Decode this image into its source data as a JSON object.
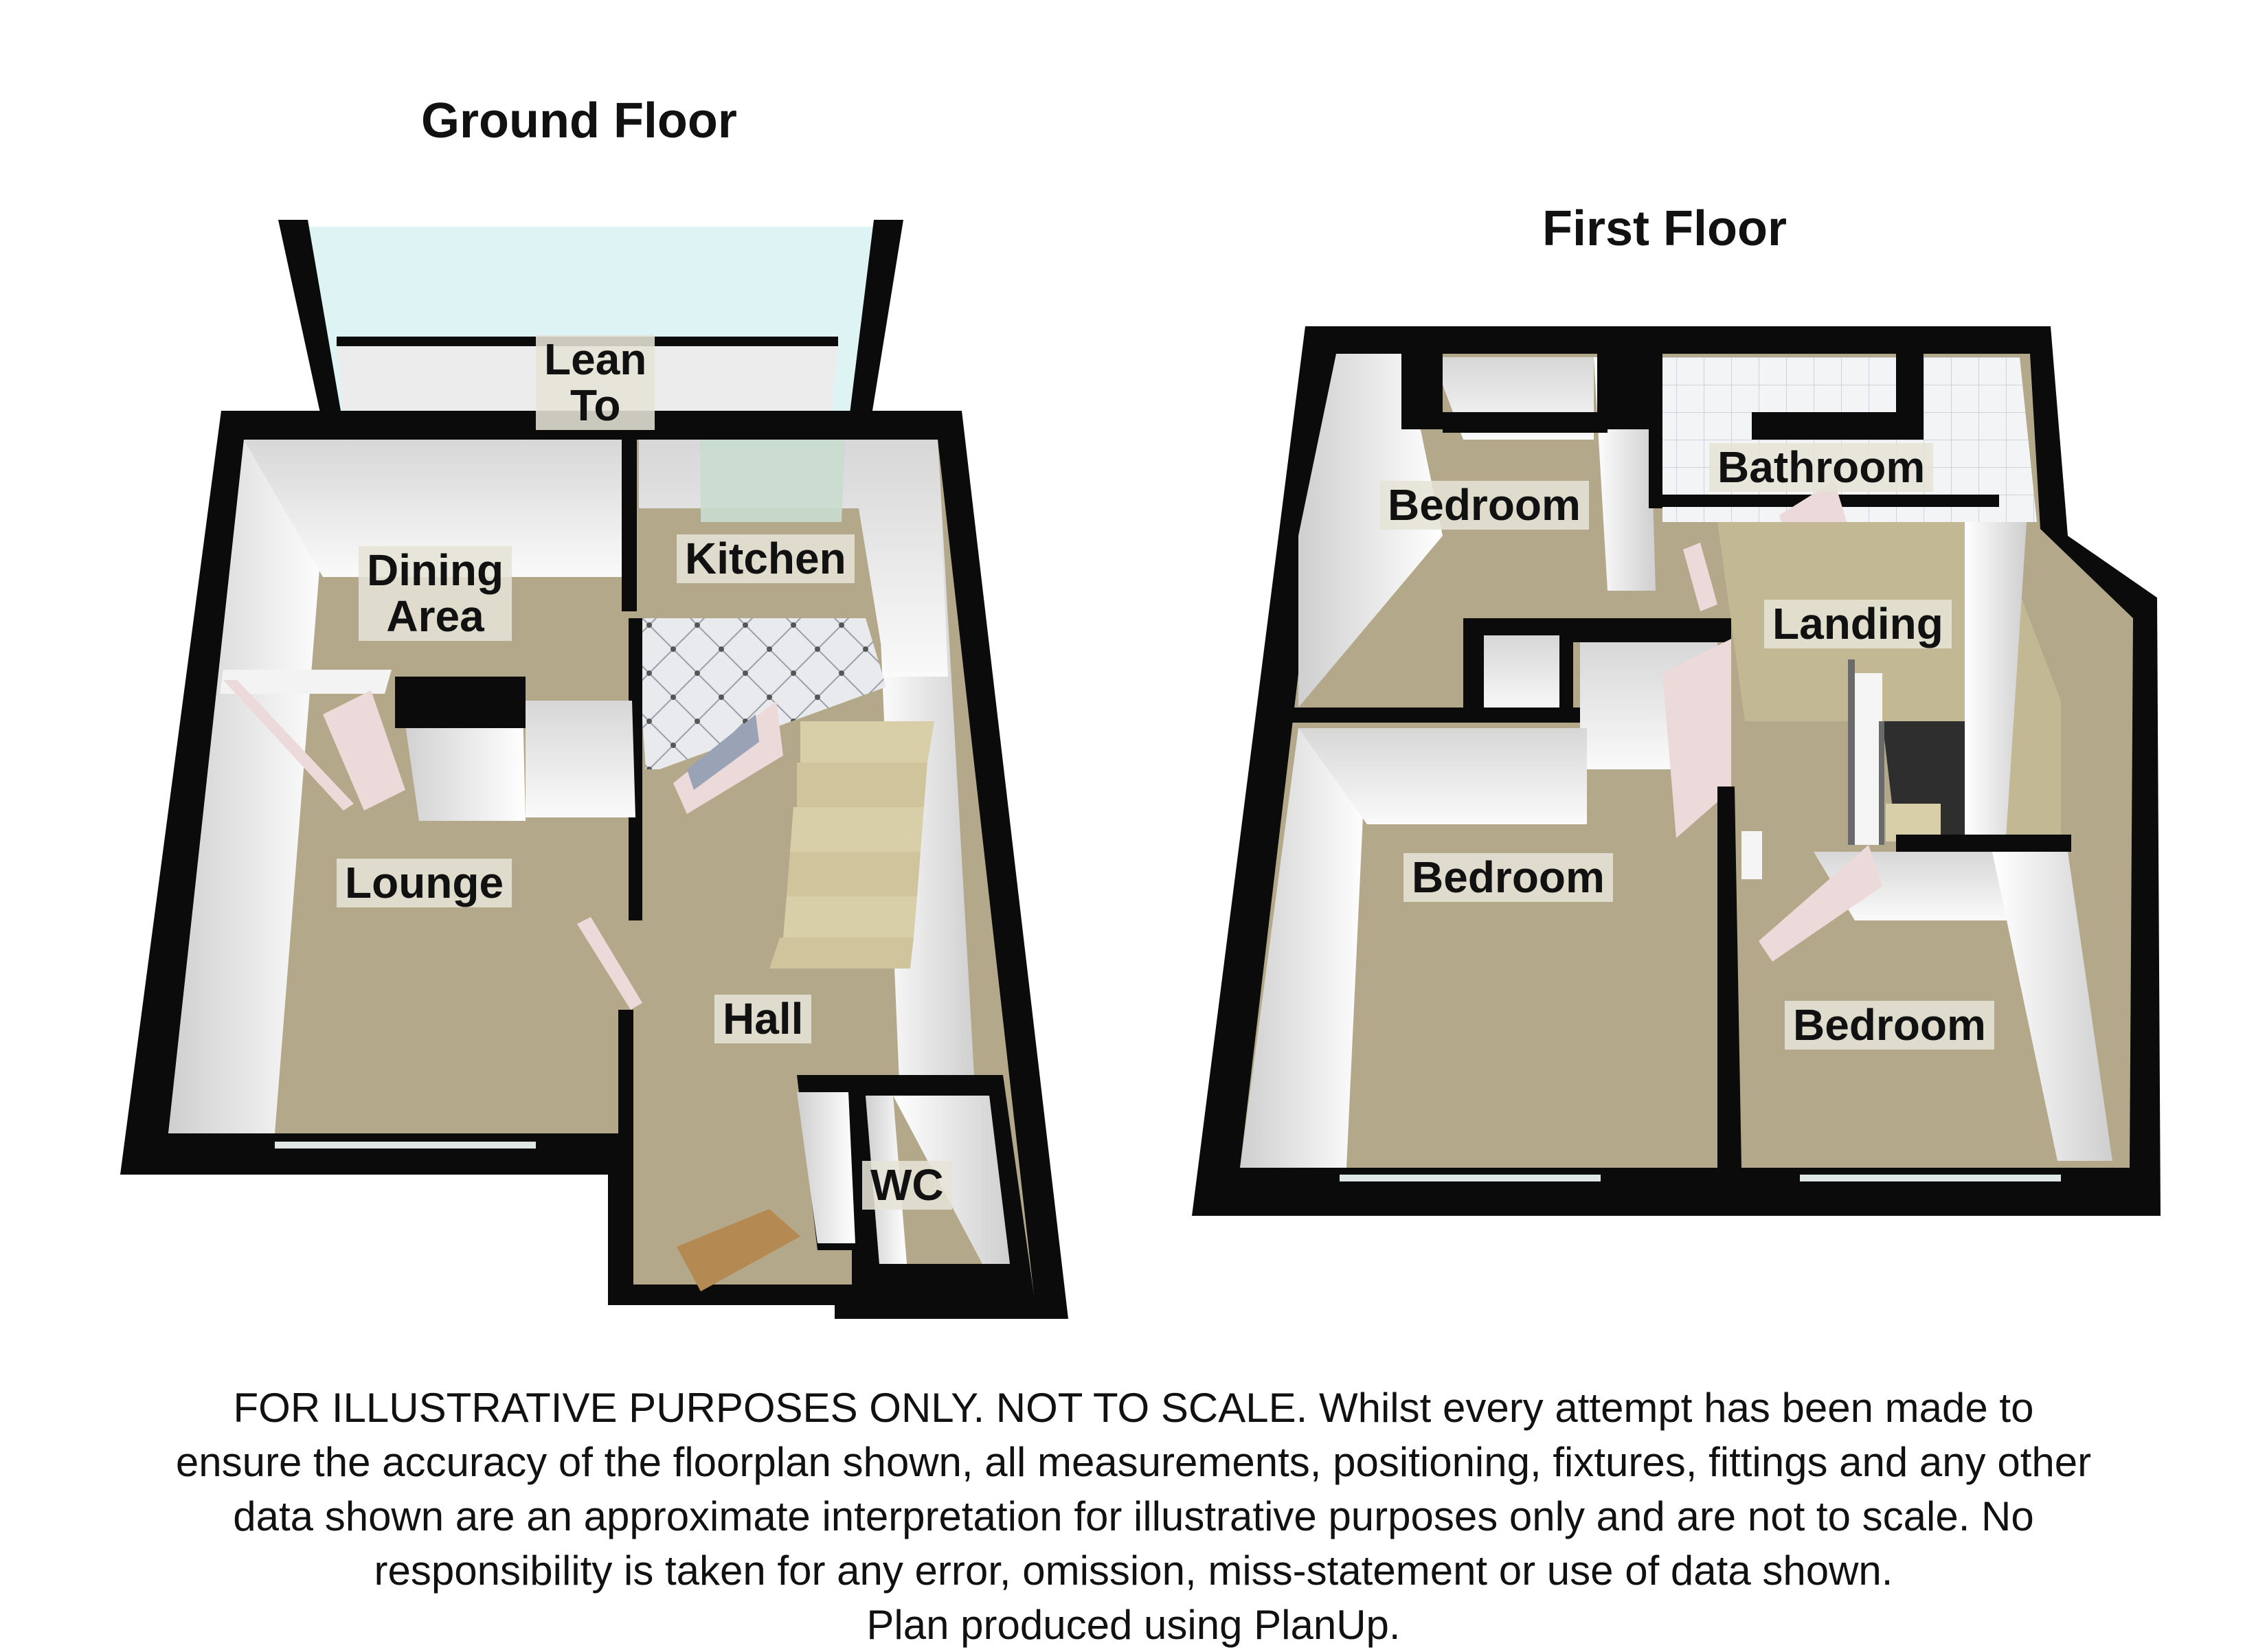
{
  "floors": {
    "ground": {
      "title": "Ground Floor",
      "rooms": {
        "lean_to": "Lean\nTo",
        "dining": "Dining\nArea",
        "kitchen": "Kitchen",
        "lounge": "Lounge",
        "hall": "Hall",
        "wc": "WC"
      }
    },
    "first": {
      "title": "First Floor",
      "rooms": {
        "bedroom_1": "Bedroom",
        "bathroom": "Bathroom",
        "landing": "Landing",
        "bedroom_2": "Bedroom",
        "bedroom_3": "Bedroom"
      }
    }
  },
  "disclaimer": {
    "line1": "FOR ILLUSTRATIVE PURPOSES ONLY. NOT TO SCALE.  Whilst every attempt has been made to",
    "line2": "ensure the accuracy of the floorplan shown, all measurements, positioning, fixtures, fittings and any other",
    "line3": "data shown are an approximate interpretation for illustrative purposes only and are not to scale. No",
    "line4": "responsibility is taken for any error, omission, miss-statement or use of data shown.",
    "line5": "Plan produced using PlanUp."
  },
  "colors": {
    "wall": "#0b0b0b",
    "floor": "#b3a98a",
    "wall_face": "#f3f3f3",
    "kitchen_tile": "#e4e6ea",
    "glass": "#d8f1f1",
    "stairs": "#d8cfa8",
    "door": "#ecd9d9",
    "front_door": "#b58a52"
  }
}
